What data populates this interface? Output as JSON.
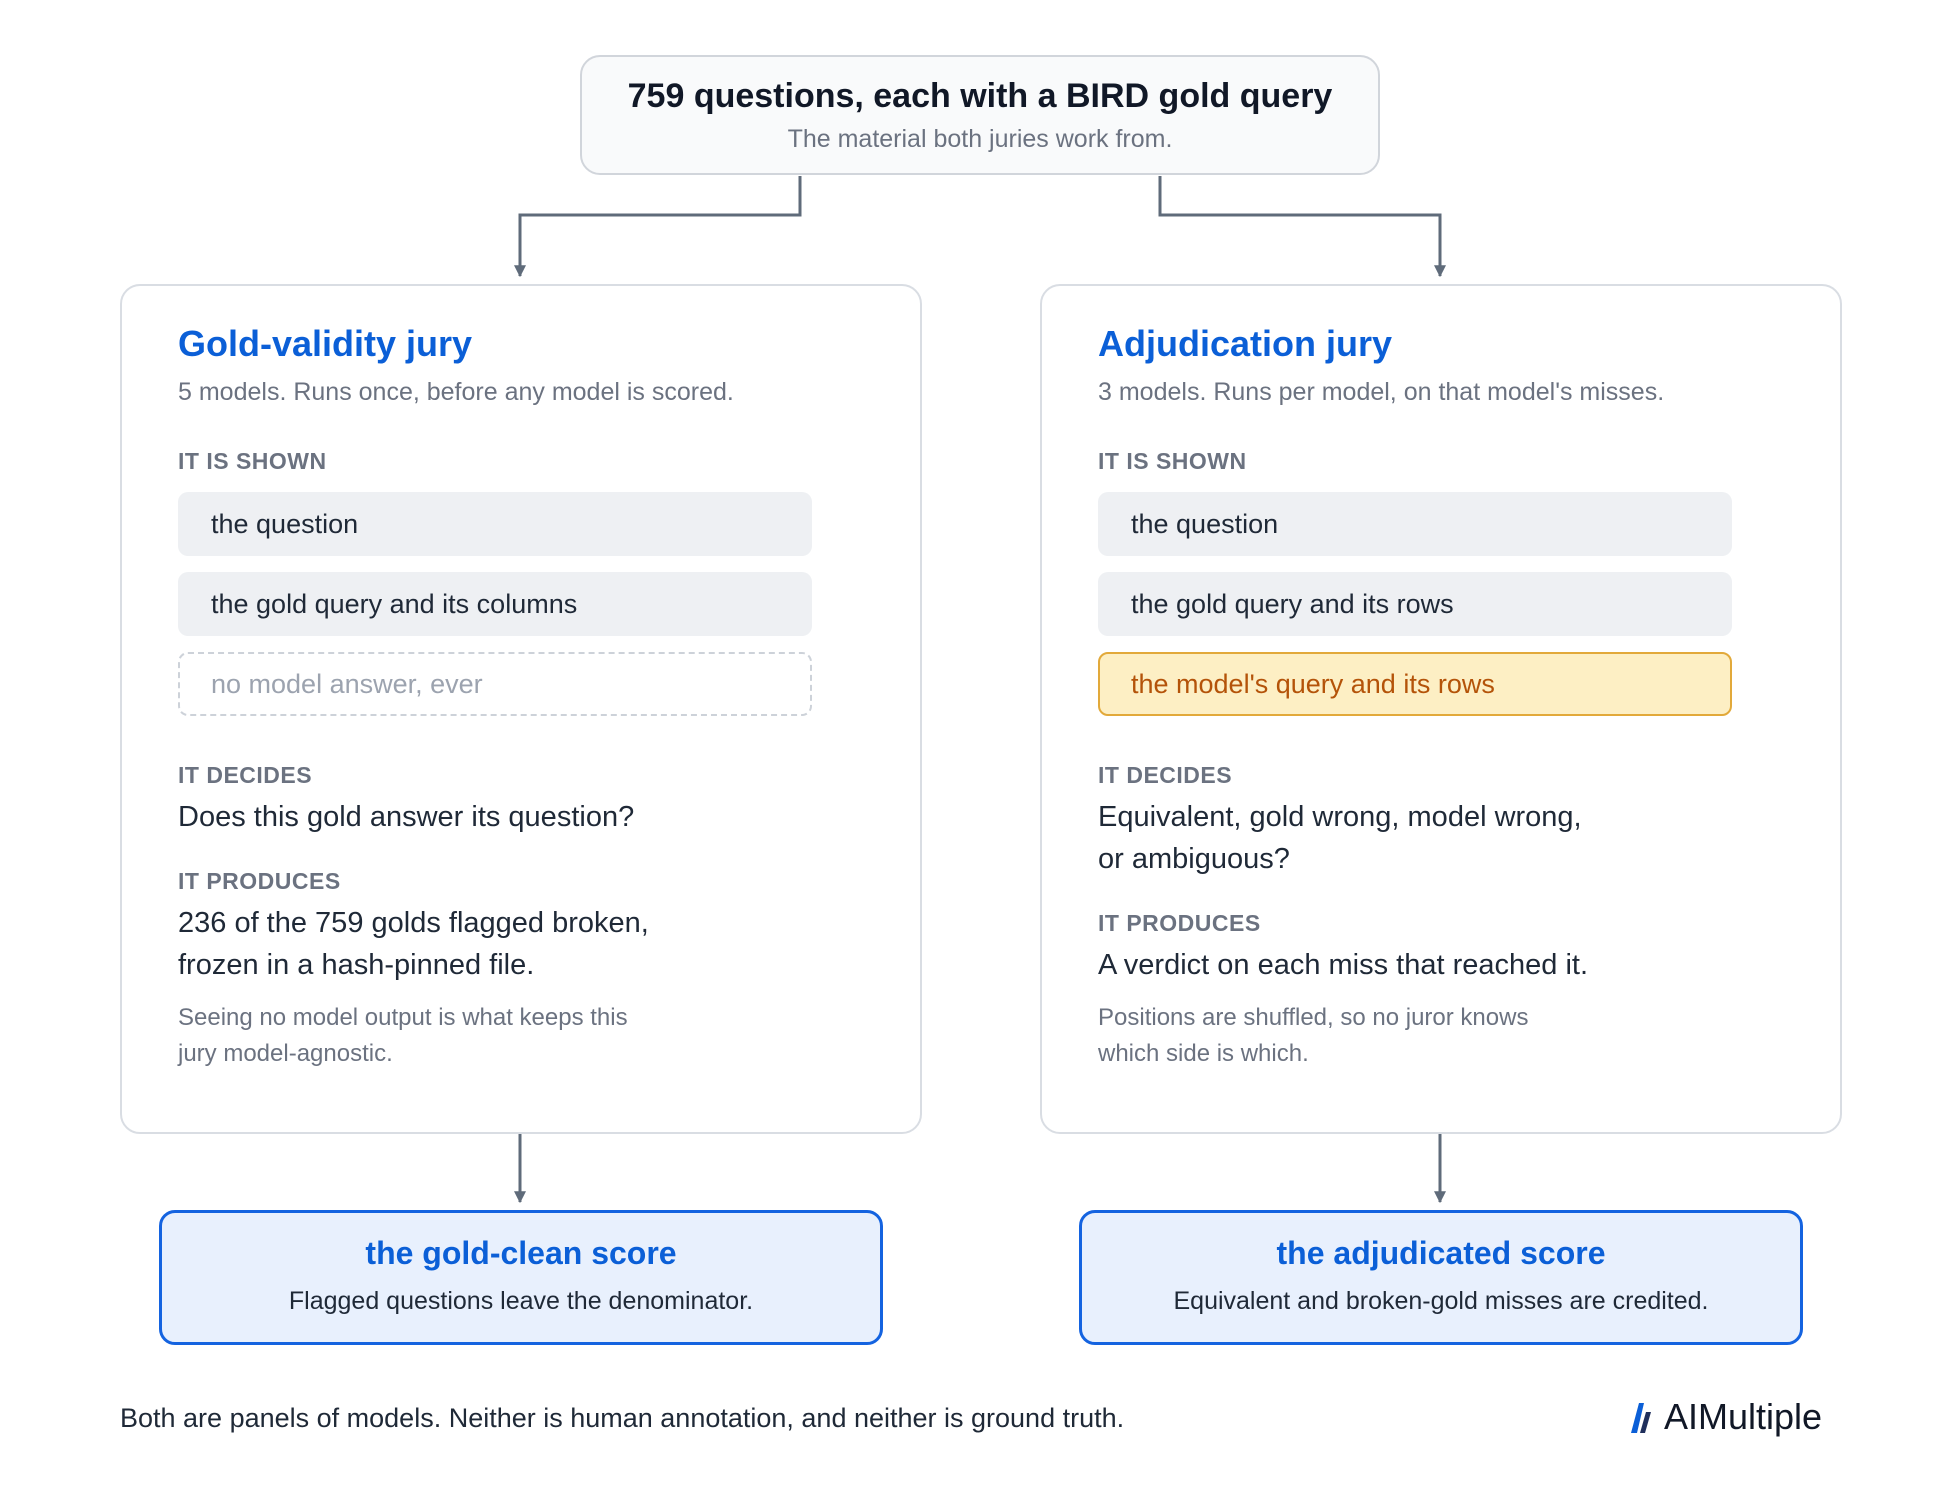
{
  "source": {
    "title": "759 questions, each with a BIRD gold query",
    "subtitle": "The material both juries work from."
  },
  "juries": [
    {
      "title": "Gold-validity jury",
      "subtitle": "5 models. Runs once, before any model is scored.",
      "shown_label": "IT IS SHOWN",
      "shown_items": [
        "the question",
        "the gold query and its columns",
        "no model answer, ever"
      ],
      "decides_label": "IT DECIDES",
      "decides_lines": [
        "Does this gold answer its question?"
      ],
      "produces_label": "IT PRODUCES",
      "produces_lines": [
        "236 of the 759 golds flagged broken,",
        "frozen in a hash-pinned file."
      ],
      "note_lines": [
        "Seeing no model output is what keeps this",
        "jury model-agnostic."
      ]
    },
    {
      "title": "Adjudication jury",
      "subtitle": "3 models. Runs per model, on that model's misses.",
      "shown_label": "IT IS SHOWN",
      "shown_items": [
        "the question",
        "the gold query and its rows",
        "the model's query and its rows"
      ],
      "decides_label": "IT DECIDES",
      "decides_lines": [
        "Equivalent, gold wrong, model wrong,",
        "or ambiguous?"
      ],
      "produces_label": "IT PRODUCES",
      "produces_lines": [
        "A verdict on each miss that reached it."
      ],
      "note_lines": [
        "Positions are shuffled, so no juror knows",
        "which side is which."
      ]
    }
  ],
  "scores": [
    {
      "title": "the gold-clean score",
      "subtitle": "Flagged questions leave the denominator."
    },
    {
      "title": "the adjudicated score",
      "subtitle": "Equivalent and broken-gold misses are credited."
    }
  ],
  "footer": {
    "note": "Both are panels of models. Neither is human annotation, and neither is ground truth.",
    "brand": "AIMultiple"
  },
  "colors": {
    "accent": "#0b5fd7",
    "score_fill": "#e8f0fd",
    "score_border": "#1463e0",
    "highlight_fill": "#fdefc4",
    "highlight_border": "#e2a93a",
    "highlight_text": "#b45309",
    "connector": "#5f6b7a"
  }
}
